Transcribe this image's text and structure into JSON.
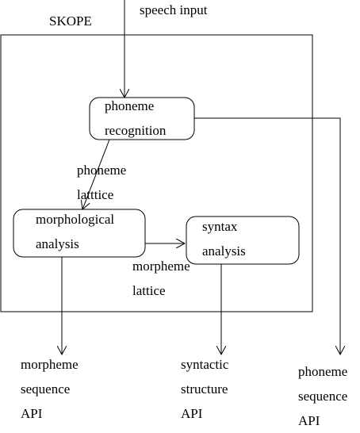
{
  "diagram": {
    "system_label": "SKOPE",
    "input_label": "speech input",
    "nodes": {
      "phoneme_recognition": [
        "phoneme",
        "recognition"
      ],
      "morphological_analysis": [
        "morphological",
        "analysis"
      ],
      "syntax_analysis": [
        "syntax",
        "analysis"
      ]
    },
    "edge_labels": {
      "phoneme_lattice": [
        "phoneme",
        "latttice"
      ],
      "morpheme_lattice": [
        "morpheme",
        "lattice"
      ]
    },
    "outputs": {
      "morpheme_sequence_api": [
        "morpheme",
        "sequence",
        "API"
      ],
      "syntactic_structure_api": [
        "syntactic",
        "structure",
        "API"
      ],
      "phoneme_sequence_api": [
        "phoneme",
        "sequence",
        "API"
      ]
    }
  }
}
